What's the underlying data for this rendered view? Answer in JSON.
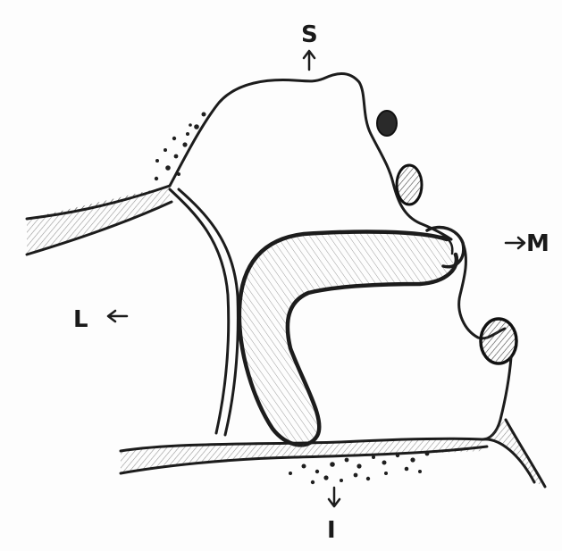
{
  "directions": {
    "superior": "S",
    "medial": "M",
    "lateral": "L",
    "inferior": "I"
  },
  "colors": {
    "ink": "#1c1c1c",
    "paper": "#fdfdfd",
    "shading": "#3a3a3a"
  }
}
